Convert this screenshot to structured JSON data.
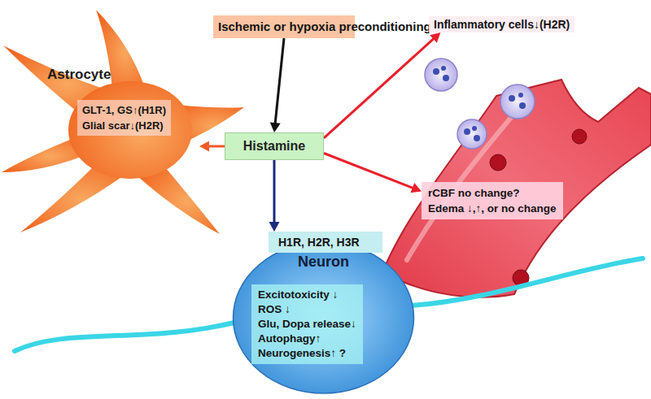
{
  "diagram": {
    "nodes": [
      {
        "text": [
          "Ischemic or hypoxia preconditioning"
        ]
      },
      {
        "text": [
          "Histamine"
        ]
      },
      {
        "text": [
          "Astrocyte"
        ]
      },
      {
        "text": [
          "GLT-1, GS↑(H1R)",
          "Glial scar↓(H2R)"
        ],
        "in": 2
      },
      {
        "text": [
          "H1R, H2R, H3R"
        ]
      },
      {
        "text": [
          "Neuron"
        ]
      },
      {
        "text": [
          "Excitotoxicity ↓",
          "ROS ↓",
          "Glu, Dopa release↓",
          "Autophagy↑",
          "Neurogenesis↑ ?"
        ],
        "in": 5
      },
      {
        "text": [
          "Inflammatory cells↓(H2R)"
        ]
      },
      {
        "text": [
          "rCBF no change?",
          "Edema ↓,↑, or no change"
        ]
      }
    ],
    "edges": [
      {
        "from": 0,
        "to": 1,
        "arrow": "to"
      },
      {
        "from": 1,
        "to": 2,
        "arrow": "to"
      },
      {
        "from": 1,
        "to": 4,
        "arrow": "to"
      },
      {
        "from": 1,
        "to": 7,
        "arrow": "to"
      },
      {
        "from": 1,
        "to": 8,
        "arrow": "to"
      }
    ]
  }
}
